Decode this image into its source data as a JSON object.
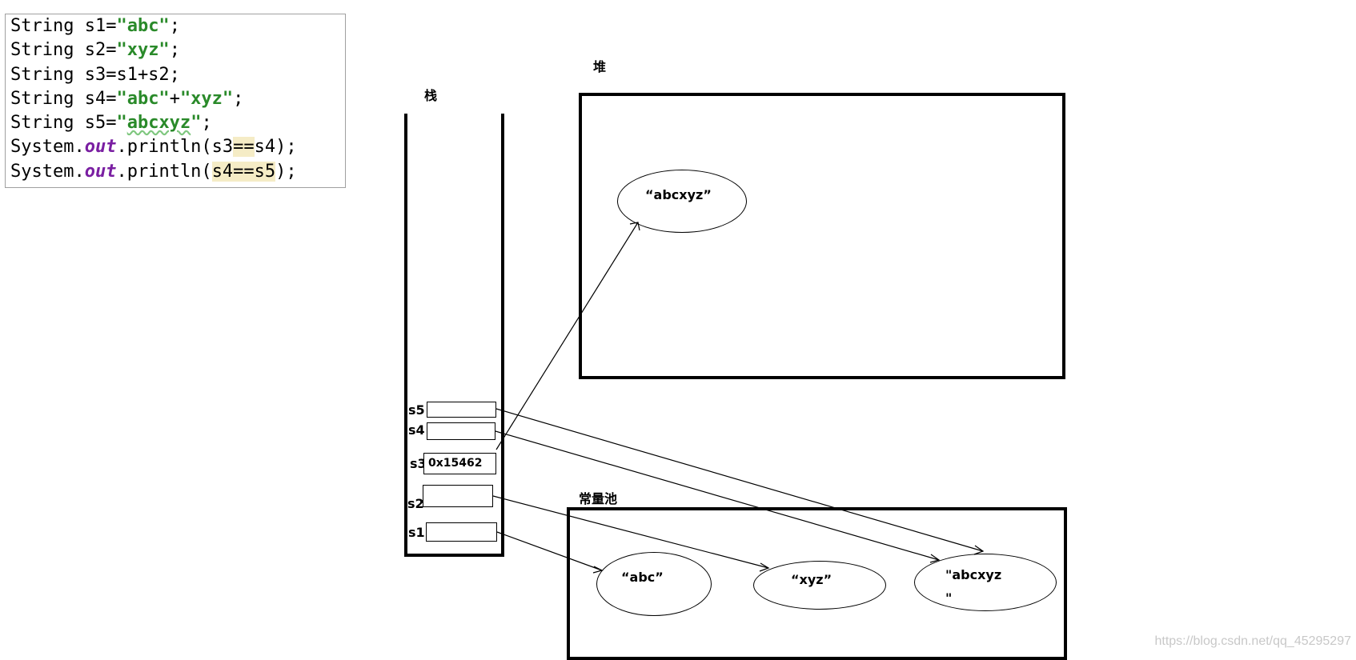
{
  "code": {
    "line1": {
      "a": "String s1=",
      "b": "\"abc\"",
      "c": ";"
    },
    "line2": {
      "a": "String s2=",
      "b": "\"xyz\"",
      "c": ";"
    },
    "line3": {
      "a": "String s3=s1+s2;"
    },
    "line4": {
      "a": "String s4=",
      "b": "\"abc\"",
      "c": "+",
      "d": "\"xyz\"",
      "e": ";"
    },
    "line5": {
      "a": "String s5=",
      "b": "\"",
      "c": "abcxyz",
      "d": "\"",
      "e": ";"
    },
    "line6": {
      "a": "System.",
      "b": "out",
      "c": ".println(s3",
      "d": "==",
      "e": "s4);"
    },
    "line7": {
      "a": "System.",
      "b": "out",
      "c": ".println(",
      "d": "s4==s5",
      "e": ");"
    }
  },
  "stack": {
    "title": "栈",
    "slots": [
      {
        "name": "s5",
        "value": ""
      },
      {
        "name": "s4",
        "value": ""
      },
      {
        "name": "s3",
        "value": "0x15462"
      },
      {
        "name": "s2",
        "value": ""
      },
      {
        "name": "s1",
        "value": ""
      }
    ]
  },
  "heap": {
    "title": "堆",
    "objects": [
      "“abcxyz”"
    ]
  },
  "constant_pool": {
    "title": "常量池",
    "objects": [
      "“abc”",
      "“xyz”",
      "\"abcxyz",
      "\""
    ]
  },
  "watermark": "https://blog.csdn.net/qq_45295297"
}
